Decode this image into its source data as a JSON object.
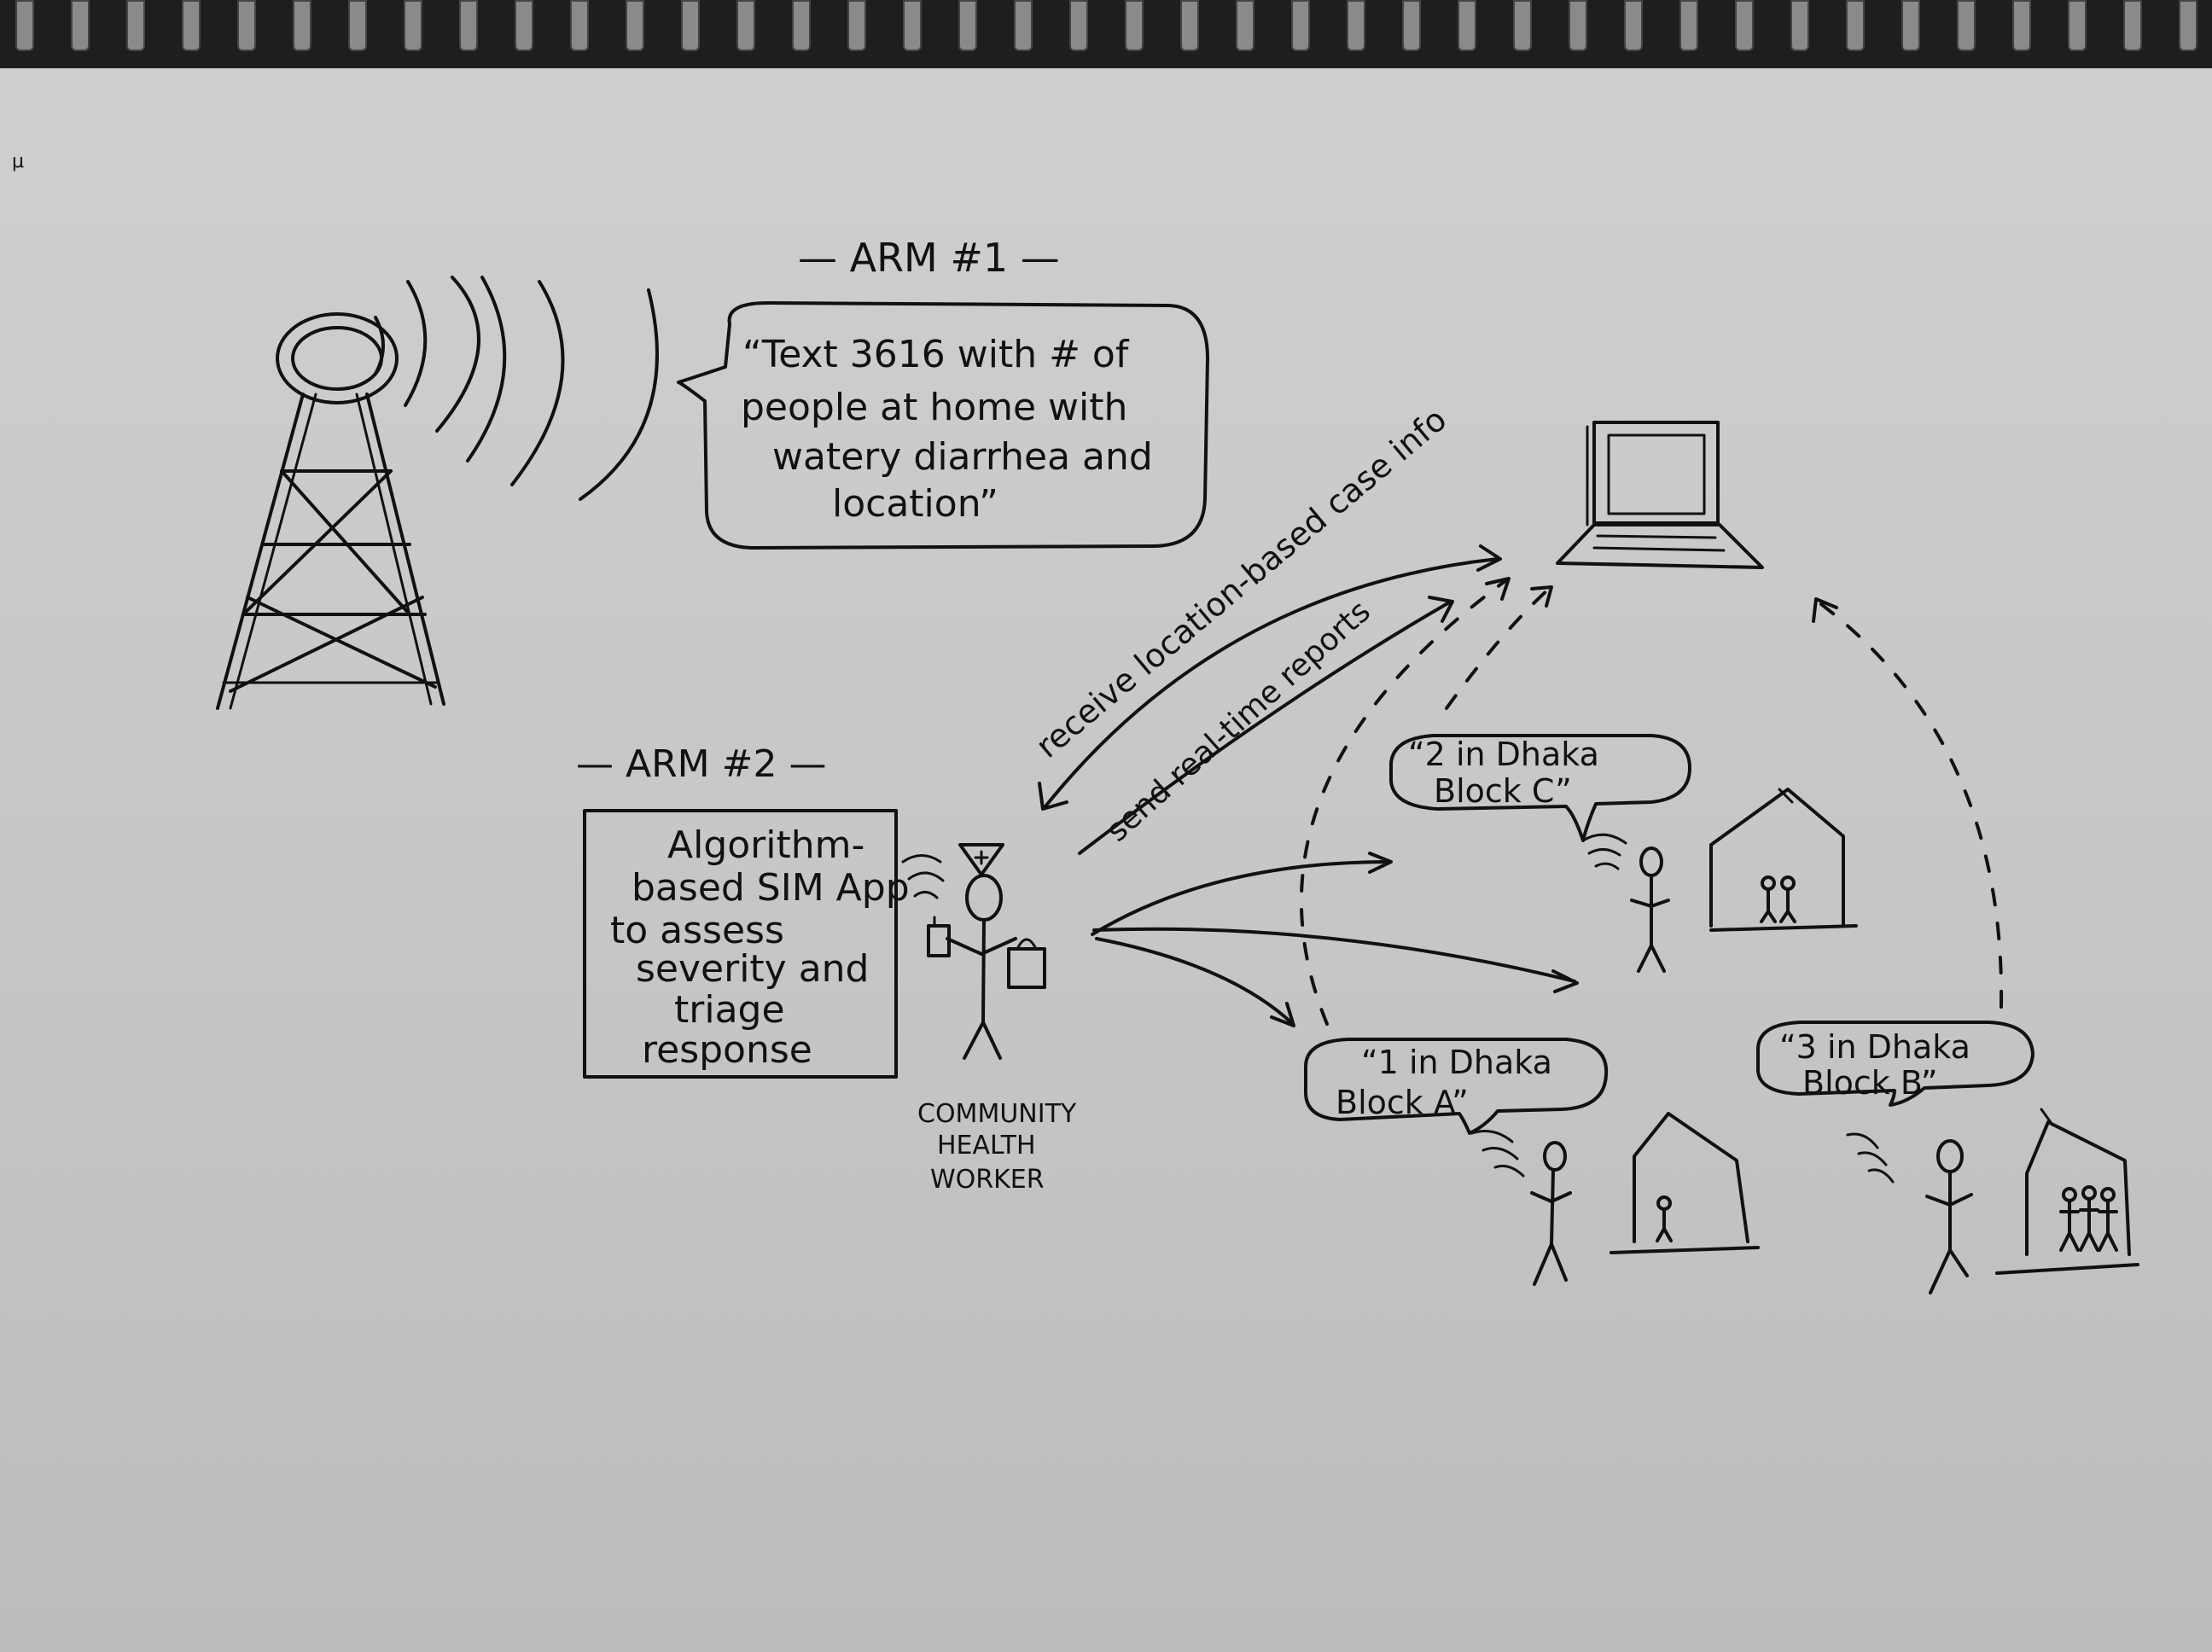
{
  "arm1": {
    "heading": "— ARM #1 —"
  },
  "arm1_bubble": {
    "lines": [
      "“Text 3616 with # of",
      "people at home with",
      "watery diarrhea and",
      "location”"
    ]
  },
  "arm2": {
    "heading": "— ARM #2 —"
  },
  "sim_app_box": {
    "lines": [
      "Algorithm-",
      "based SIM App",
      "to assess",
      "severity and",
      "triage",
      "response"
    ]
  },
  "chw_label": {
    "lines": [
      "COMMUNITY",
      "HEALTH",
      "WORKER"
    ]
  },
  "arrows": {
    "receive": "receive location-based case info",
    "send": "send real-time reports"
  },
  "reports": {
    "block_c": [
      "“2 in Dhaka",
      "Block C”"
    ],
    "block_a": [
      "“1 in Dhaka",
      "Block A”"
    ],
    "block_b": [
      "“3 in Dhaka",
      "Block B”"
    ]
  },
  "corner_mark": "μ",
  "icons": [
    "cell-tower-icon",
    "signal-waves-icon",
    "laptop-icon",
    "stick-figure-icon",
    "house-icon",
    "phone-icon",
    "bag-icon"
  ],
  "colors": {
    "ink": "#111111",
    "paper": "#c9c9c9",
    "spiral": "#1e1e1e"
  }
}
